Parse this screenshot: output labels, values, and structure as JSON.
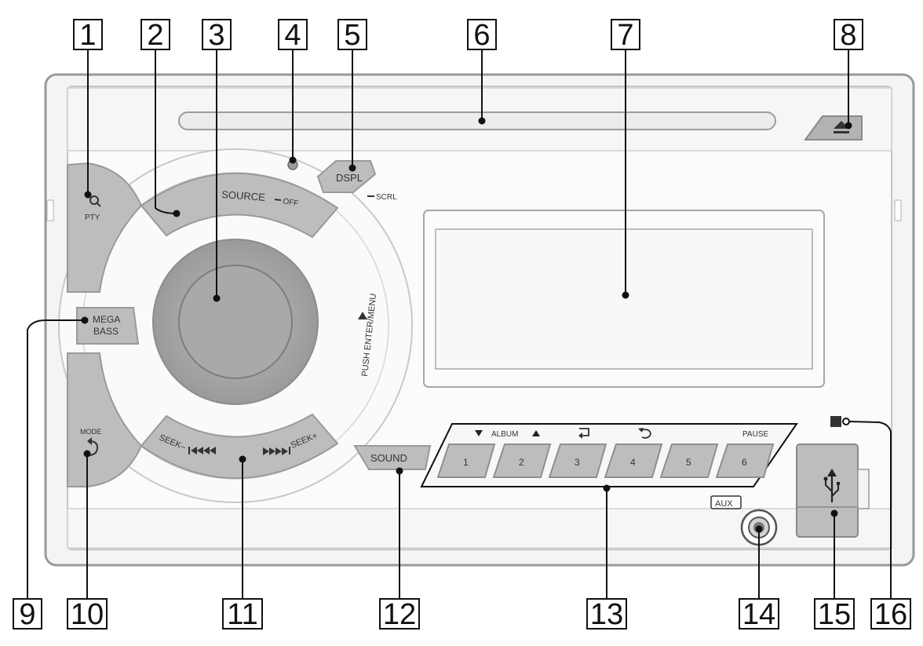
{
  "title": "",
  "callouts": [
    "1",
    "2",
    "3",
    "4",
    "5",
    "6",
    "7",
    "8",
    "9",
    "10",
    "11",
    "12",
    "13",
    "14",
    "15",
    "16"
  ],
  "labels": {
    "pty": "PTY",
    "source": "SOURCE",
    "off": "OFF",
    "dspl": "DSPL",
    "scrl": "SCRL",
    "push_enter": "PUSH ENTER/MENU",
    "mega": "MEGA",
    "bass": "BASS",
    "mode": "MODE",
    "seek_minus": "SEEK–",
    "seek_plus": "SEEK+",
    "sound": "SOUND",
    "album": "ALBUM",
    "pause": "PAUSE",
    "aux": "AUX"
  },
  "presets": [
    "1",
    "2",
    "3",
    "4",
    "5",
    "6"
  ],
  "icons": [
    "eject-icon",
    "search-icon",
    "back-icon",
    "repeat-icon",
    "shuffle-icon",
    "usb-icon",
    "ir-receiver-icon",
    "prev-track-icon",
    "next-track-icon"
  ]
}
